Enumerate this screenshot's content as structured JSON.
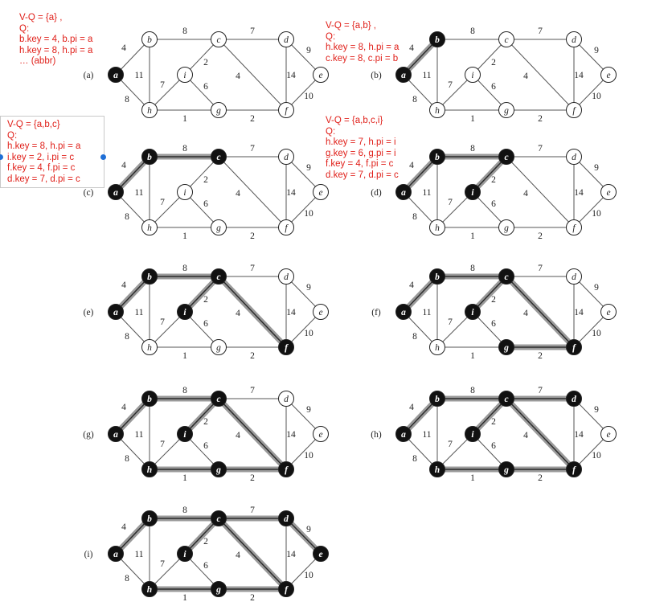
{
  "annotations": [
    {
      "id": "note-a",
      "lines": [
        "V-Q = {a} ,",
        "Q:",
        "b.key = 4, b.pi = a",
        "h.key = 8, h.pi = a",
        "… (abbr)"
      ]
    },
    {
      "id": "note-b",
      "lines": [
        "V-Q = {a,b} ,",
        "Q:",
        "h.key = 8, h.pi = a",
        "c.key = 8, c.pi = b"
      ]
    },
    {
      "id": "note-c",
      "lines": [
        "V-Q = {a,b,c}",
        "Q:",
        "h.key = 8, h.pi = a",
        "i.key = 2, i.pi = c",
        "f.key = 4, f.pi = c",
        "d.key = 7, d.pi = c"
      ]
    },
    {
      "id": "note-d",
      "lines": [
        "V-Q = {a,b,c,i}",
        "Q:",
        "h.key = 7, h.pi = i",
        "g.key = 6, g.pi = i",
        "f.key = 4, f.pi = c",
        "d.key = 7, d.pi = c"
      ]
    }
  ],
  "graph": {
    "vertices": [
      "a",
      "b",
      "c",
      "d",
      "e",
      "f",
      "g",
      "h",
      "i"
    ],
    "edges": [
      {
        "u": "a",
        "v": "b",
        "w": "4"
      },
      {
        "u": "a",
        "v": "h",
        "w": "8"
      },
      {
        "u": "b",
        "v": "c",
        "w": "8"
      },
      {
        "u": "b",
        "v": "h",
        "w": "11"
      },
      {
        "u": "c",
        "v": "d",
        "w": "7"
      },
      {
        "u": "c",
        "v": "i",
        "w": "2"
      },
      {
        "u": "c",
        "v": "f",
        "w": "4"
      },
      {
        "u": "d",
        "v": "e",
        "w": "9"
      },
      {
        "u": "d",
        "v": "f",
        "w": "14"
      },
      {
        "u": "e",
        "v": "f",
        "w": "10"
      },
      {
        "u": "f",
        "v": "g",
        "w": "2"
      },
      {
        "u": "g",
        "v": "h",
        "w": "1"
      },
      {
        "u": "g",
        "v": "i",
        "w": "6"
      },
      {
        "u": "h",
        "v": "i",
        "w": "7"
      }
    ]
  },
  "steps": [
    {
      "label": "(a)",
      "black": [
        "a"
      ],
      "tree": []
    },
    {
      "label": "(b)",
      "black": [
        "a",
        "b"
      ],
      "tree": [
        [
          "a",
          "b"
        ]
      ]
    },
    {
      "label": "(c)",
      "black": [
        "a",
        "b",
        "c"
      ],
      "tree": [
        [
          "a",
          "b"
        ],
        [
          "b",
          "c"
        ]
      ]
    },
    {
      "label": "(d)",
      "black": [
        "a",
        "b",
        "c",
        "i"
      ],
      "tree": [
        [
          "a",
          "b"
        ],
        [
          "b",
          "c"
        ],
        [
          "c",
          "i"
        ]
      ]
    },
    {
      "label": "(e)",
      "black": [
        "a",
        "b",
        "c",
        "i",
        "f"
      ],
      "tree": [
        [
          "a",
          "b"
        ],
        [
          "b",
          "c"
        ],
        [
          "c",
          "i"
        ],
        [
          "c",
          "f"
        ]
      ]
    },
    {
      "label": "(f)",
      "black": [
        "a",
        "b",
        "c",
        "i",
        "f",
        "g"
      ],
      "tree": [
        [
          "a",
          "b"
        ],
        [
          "b",
          "c"
        ],
        [
          "c",
          "i"
        ],
        [
          "c",
          "f"
        ],
        [
          "f",
          "g"
        ]
      ]
    },
    {
      "label": "(g)",
      "black": [
        "a",
        "b",
        "c",
        "i",
        "f",
        "g",
        "h"
      ],
      "tree": [
        [
          "a",
          "b"
        ],
        [
          "b",
          "c"
        ],
        [
          "c",
          "i"
        ],
        [
          "c",
          "f"
        ],
        [
          "f",
          "g"
        ],
        [
          "g",
          "h"
        ]
      ]
    },
    {
      "label": "(h)",
      "black": [
        "a",
        "b",
        "c",
        "i",
        "f",
        "g",
        "h",
        "d"
      ],
      "tree": [
        [
          "a",
          "b"
        ],
        [
          "b",
          "c"
        ],
        [
          "c",
          "i"
        ],
        [
          "c",
          "f"
        ],
        [
          "f",
          "g"
        ],
        [
          "g",
          "h"
        ],
        [
          "c",
          "d"
        ]
      ]
    },
    {
      "label": "(i)",
      "black": [
        "a",
        "b",
        "c",
        "i",
        "f",
        "g",
        "h",
        "d",
        "e"
      ],
      "tree": [
        [
          "a",
          "b"
        ],
        [
          "b",
          "c"
        ],
        [
          "c",
          "i"
        ],
        [
          "c",
          "f"
        ],
        [
          "f",
          "g"
        ],
        [
          "g",
          "h"
        ],
        [
          "c",
          "d"
        ],
        [
          "d",
          "e"
        ]
      ]
    }
  ]
}
